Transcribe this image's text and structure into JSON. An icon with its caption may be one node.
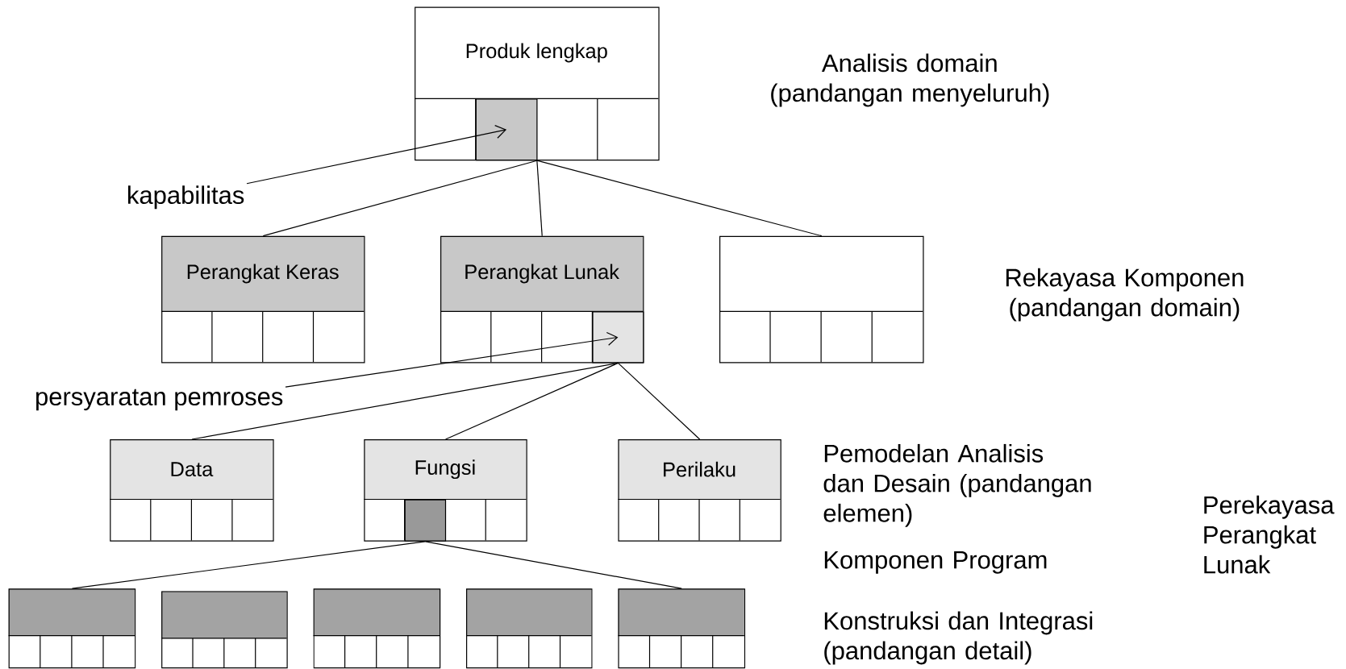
{
  "diagram": {
    "nodes": [
      {
        "text": [
          "Produk lengkap"
        ]
      },
      {
        "text": [],
        "shape": "box",
        "in": 0
      },
      {
        "text": [
          "kapabilitas"
        ]
      },
      {
        "text": [
          "Perangkat Keras"
        ]
      },
      {
        "text": [
          "Perangkat Lunak"
        ]
      },
      {
        "text": [],
        "shape": "box",
        "in": 4
      },
      {
        "text": [],
        "shape": "box"
      },
      {
        "text": [
          "persyaratan pemroses"
        ]
      },
      {
        "text": [
          "Data"
        ]
      },
      {
        "text": [
          "Fungsi"
        ]
      },
      {
        "text": [],
        "shape": "box",
        "in": 9
      },
      {
        "text": [
          "Perilaku"
        ]
      },
      {
        "text": [],
        "shape": "box"
      },
      {
        "text": [],
        "shape": "box"
      },
      {
        "text": [],
        "shape": "box"
      },
      {
        "text": [],
        "shape": "box"
      },
      {
        "text": [],
        "shape": "box"
      }
    ],
    "edges": [
      {
        "from": 2,
        "to": 1,
        "arrow": "to"
      },
      {
        "from": 0,
        "to": 3,
        "arrow": "none"
      },
      {
        "from": 0,
        "to": 4,
        "arrow": "none"
      },
      {
        "from": 0,
        "to": 6,
        "arrow": "none"
      },
      {
        "from": 7,
        "to": 5,
        "arrow": "to"
      },
      {
        "from": 5,
        "to": 8,
        "arrow": "none"
      },
      {
        "from": 5,
        "to": 9,
        "arrow": "none"
      },
      {
        "from": 5,
        "to": 11,
        "arrow": "none"
      },
      {
        "from": 10,
        "to": 12,
        "arrow": "none"
      },
      {
        "from": 10,
        "to": 16,
        "arrow": "none"
      }
    ],
    "labels": [
      "Analisis domain (pandangan menyeluruh)",
      "Rekayasa Komponen (pandangan domain)",
      "Pemodelan Analisis dan Desain (pandangan elemen)",
      "Komponen Program",
      "Konstruksi dan Integrasi (pandangan detail)",
      "Perekayasa Perangkat Lunak"
    ]
  }
}
